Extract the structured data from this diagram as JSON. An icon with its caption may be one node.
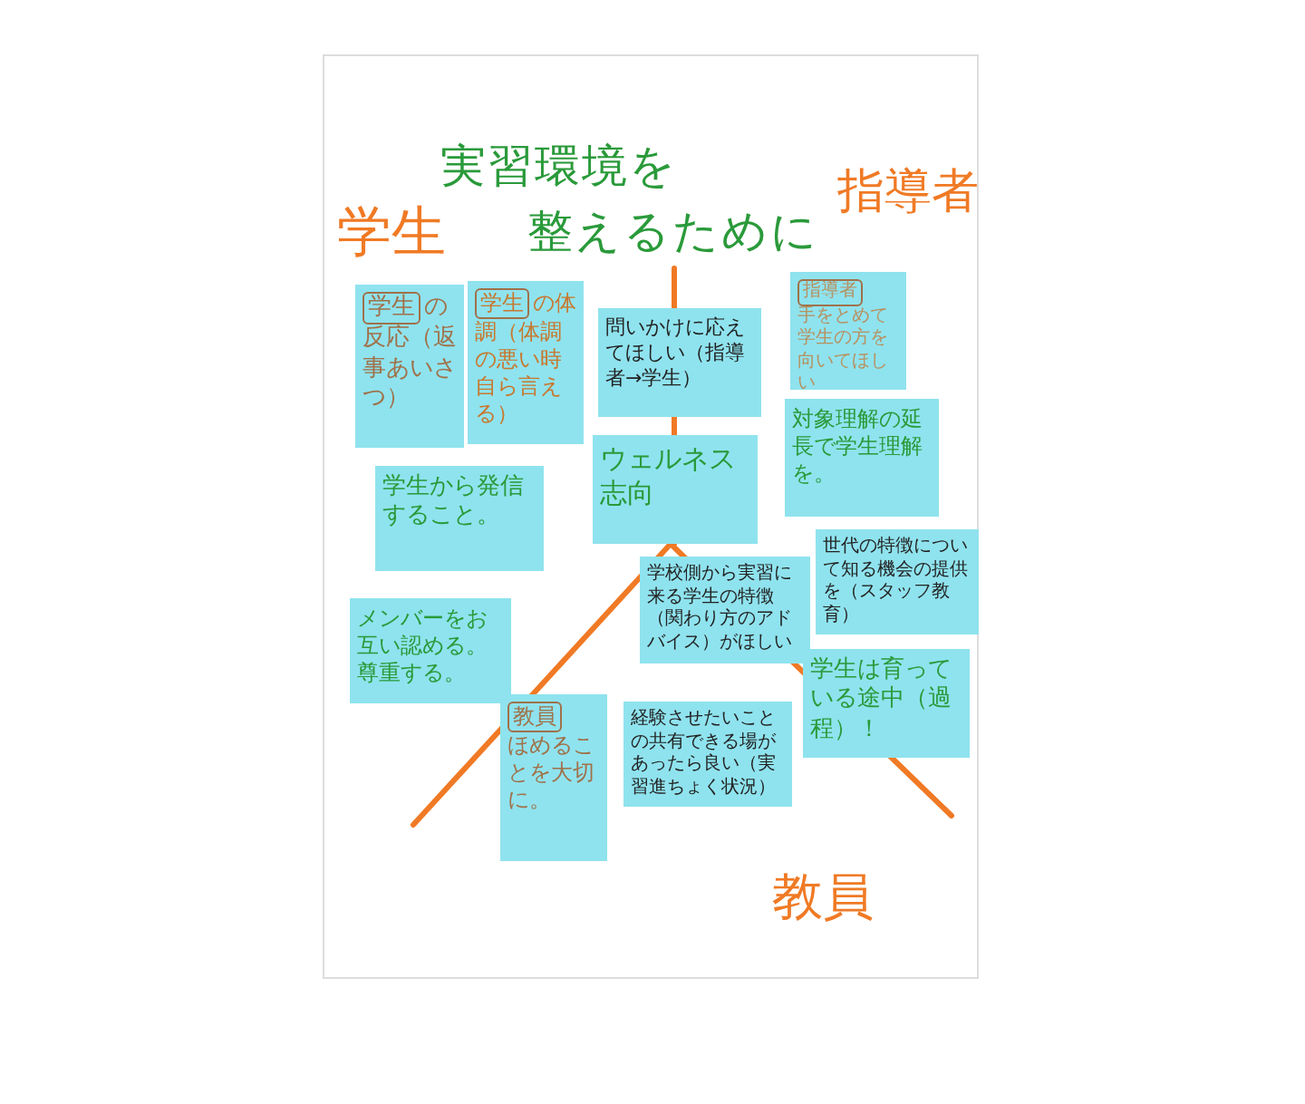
{
  "diagram": {
    "title": "実習環境を整えるために",
    "nodes": [
      {
        "text": [
          "学生",
          "の反応（返事あいさつ）"
        ]
      },
      {
        "text": [
          "学生",
          "の体調（体調の悪い時自ら言える）"
        ]
      },
      {
        "text": [
          "問いかけに応えてほしい（指導者→学生）"
        ]
      },
      {
        "text": [
          "指導者",
          "手をとめて学生の方を向いてほしい"
        ]
      },
      {
        "text": [
          "学生から発信すること。"
        ]
      },
      {
        "text": [
          "ウェルネス志向"
        ]
      },
      {
        "text": [
          "対象理解の延長で学生理解を。"
        ]
      },
      {
        "text": [
          "世代の特徴について知る機会の提供を（スタッフ教育）"
        ]
      },
      {
        "text": [
          "メンバーをお互い認める。尊重する。"
        ]
      },
      {
        "text": [
          "学校側から実習に来る学生の特徴（関わり方のアドバイス）がほしい"
        ]
      },
      {
        "text": [
          "学生は育っている途中（過程）！"
        ]
      },
      {
        "text": [
          "教員",
          "ほめることを大切に。"
        ]
      },
      {
        "text": [
          "経験させたいことの共有できる場があったら良い（実習進ちょく状況）"
        ]
      }
    ],
    "labels": [
      "学生",
      "指導者",
      "教員"
    ]
  }
}
